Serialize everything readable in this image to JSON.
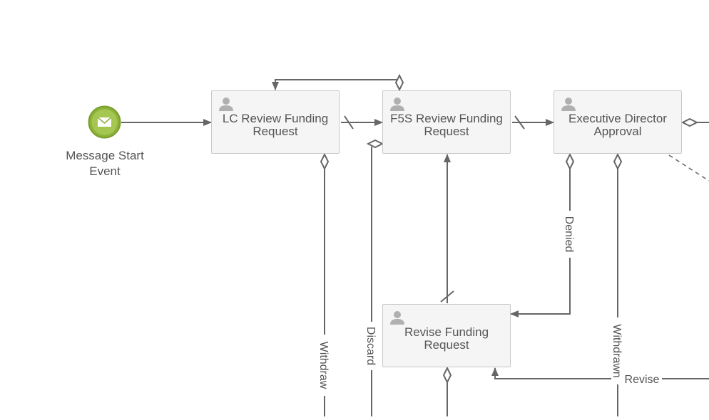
{
  "diagram": {
    "start_event": {
      "label": "Message Start Event",
      "icon": "envelope-icon",
      "color": "#8db33a"
    },
    "tasks": {
      "lc_review": "LC Review Funding Request",
      "f5s_review": "F5S Review Funding Request",
      "exec_approval": "Executive Director Approval",
      "revise": "Revise Funding Request"
    },
    "flow_labels": {
      "withdraw": "Withdraw",
      "discard": "Discard",
      "denied": "Denied",
      "withdrawn": "Withdrawn",
      "revise": "Revise"
    },
    "colors": {
      "line": "#666666",
      "task_fill": "#f5f5f5",
      "task_border": "#c8c8c8",
      "text": "#555555"
    }
  }
}
